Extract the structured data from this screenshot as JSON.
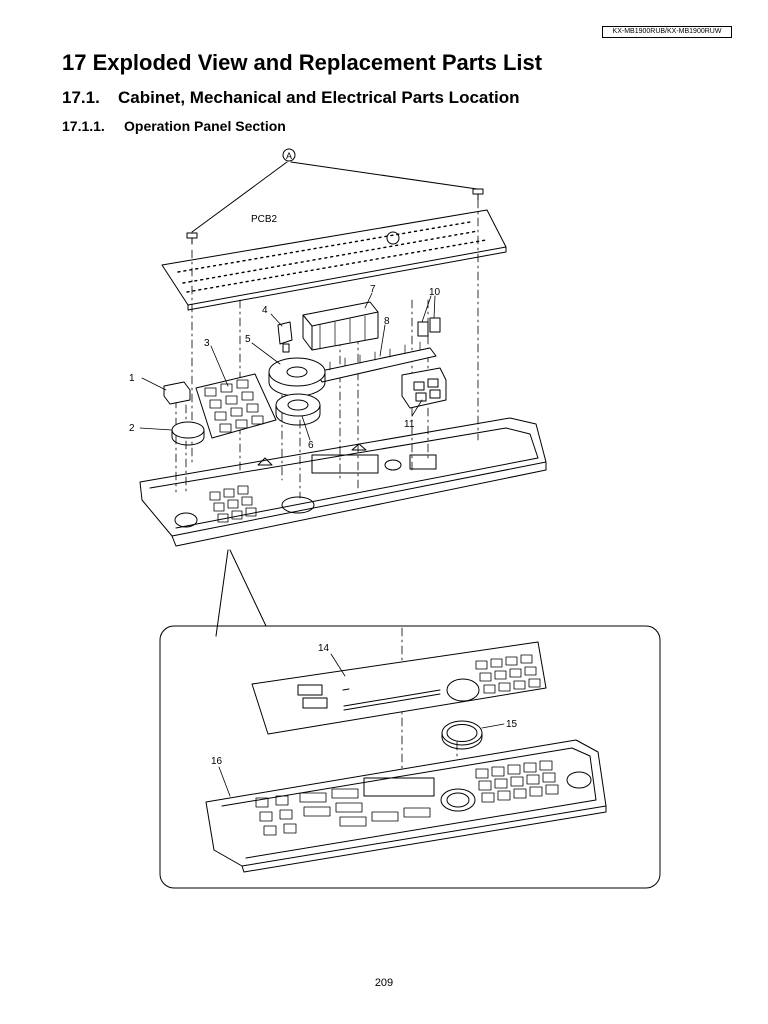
{
  "header": {
    "model_tag": "KX-MB1900RUB/KX-MB1900RUW"
  },
  "title": "17 Exploded View and Replacement Parts List",
  "section": {
    "number": "17.1.",
    "title": "Cabinet, Mechanical and Electrical Parts Location"
  },
  "subsection": {
    "number": "17.1.1.",
    "title": "Operation Panel Section"
  },
  "diagram": {
    "ref_mark": "A",
    "labels": {
      "pcb": "PCB2",
      "p1": "1",
      "p2": "2",
      "p3": "3",
      "p4": "4",
      "p5": "5",
      "p6": "6",
      "p7": "7",
      "p8": "8",
      "p10": "10",
      "p11": "11",
      "p14": "14",
      "p15": "15",
      "p16": "16"
    }
  },
  "footer": {
    "page_number": "209"
  }
}
